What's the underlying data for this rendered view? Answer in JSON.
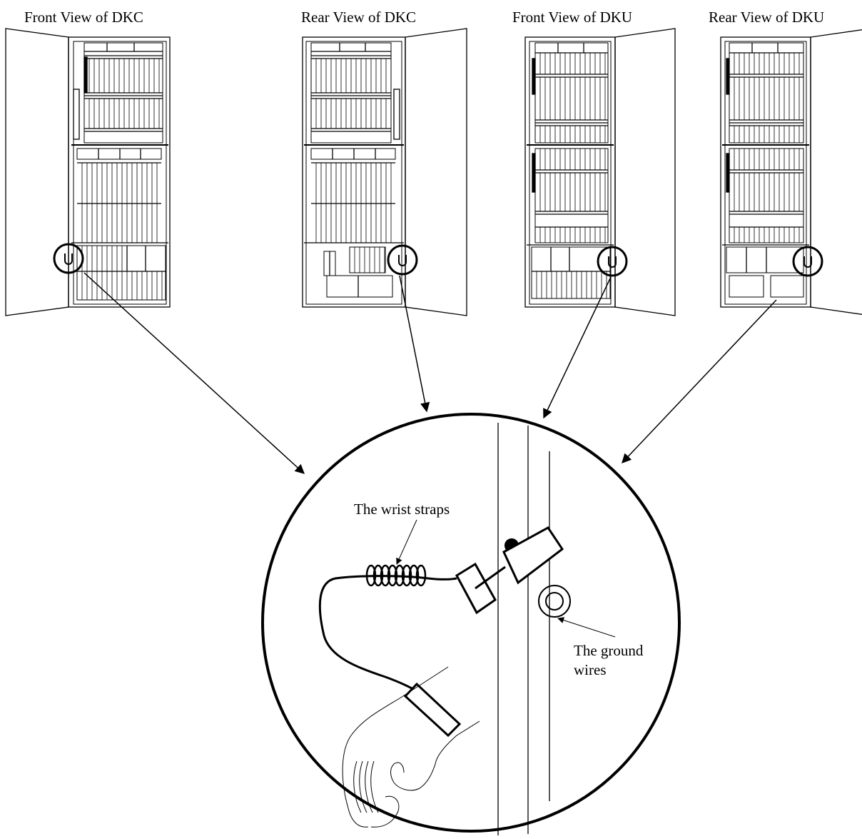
{
  "views": [
    {
      "label": "Front View of DKC"
    },
    {
      "label": "Rear View of DKC"
    },
    {
      "label": "Front View of DKU"
    },
    {
      "label": "Rear View of DKU"
    }
  ],
  "detail": {
    "wrist_strap_label": "The wrist straps",
    "ground_wire_label_line1": "The ground",
    "ground_wire_label_line2": "wires"
  },
  "colors": {
    "line": "#000000",
    "background": "#ffffff"
  }
}
